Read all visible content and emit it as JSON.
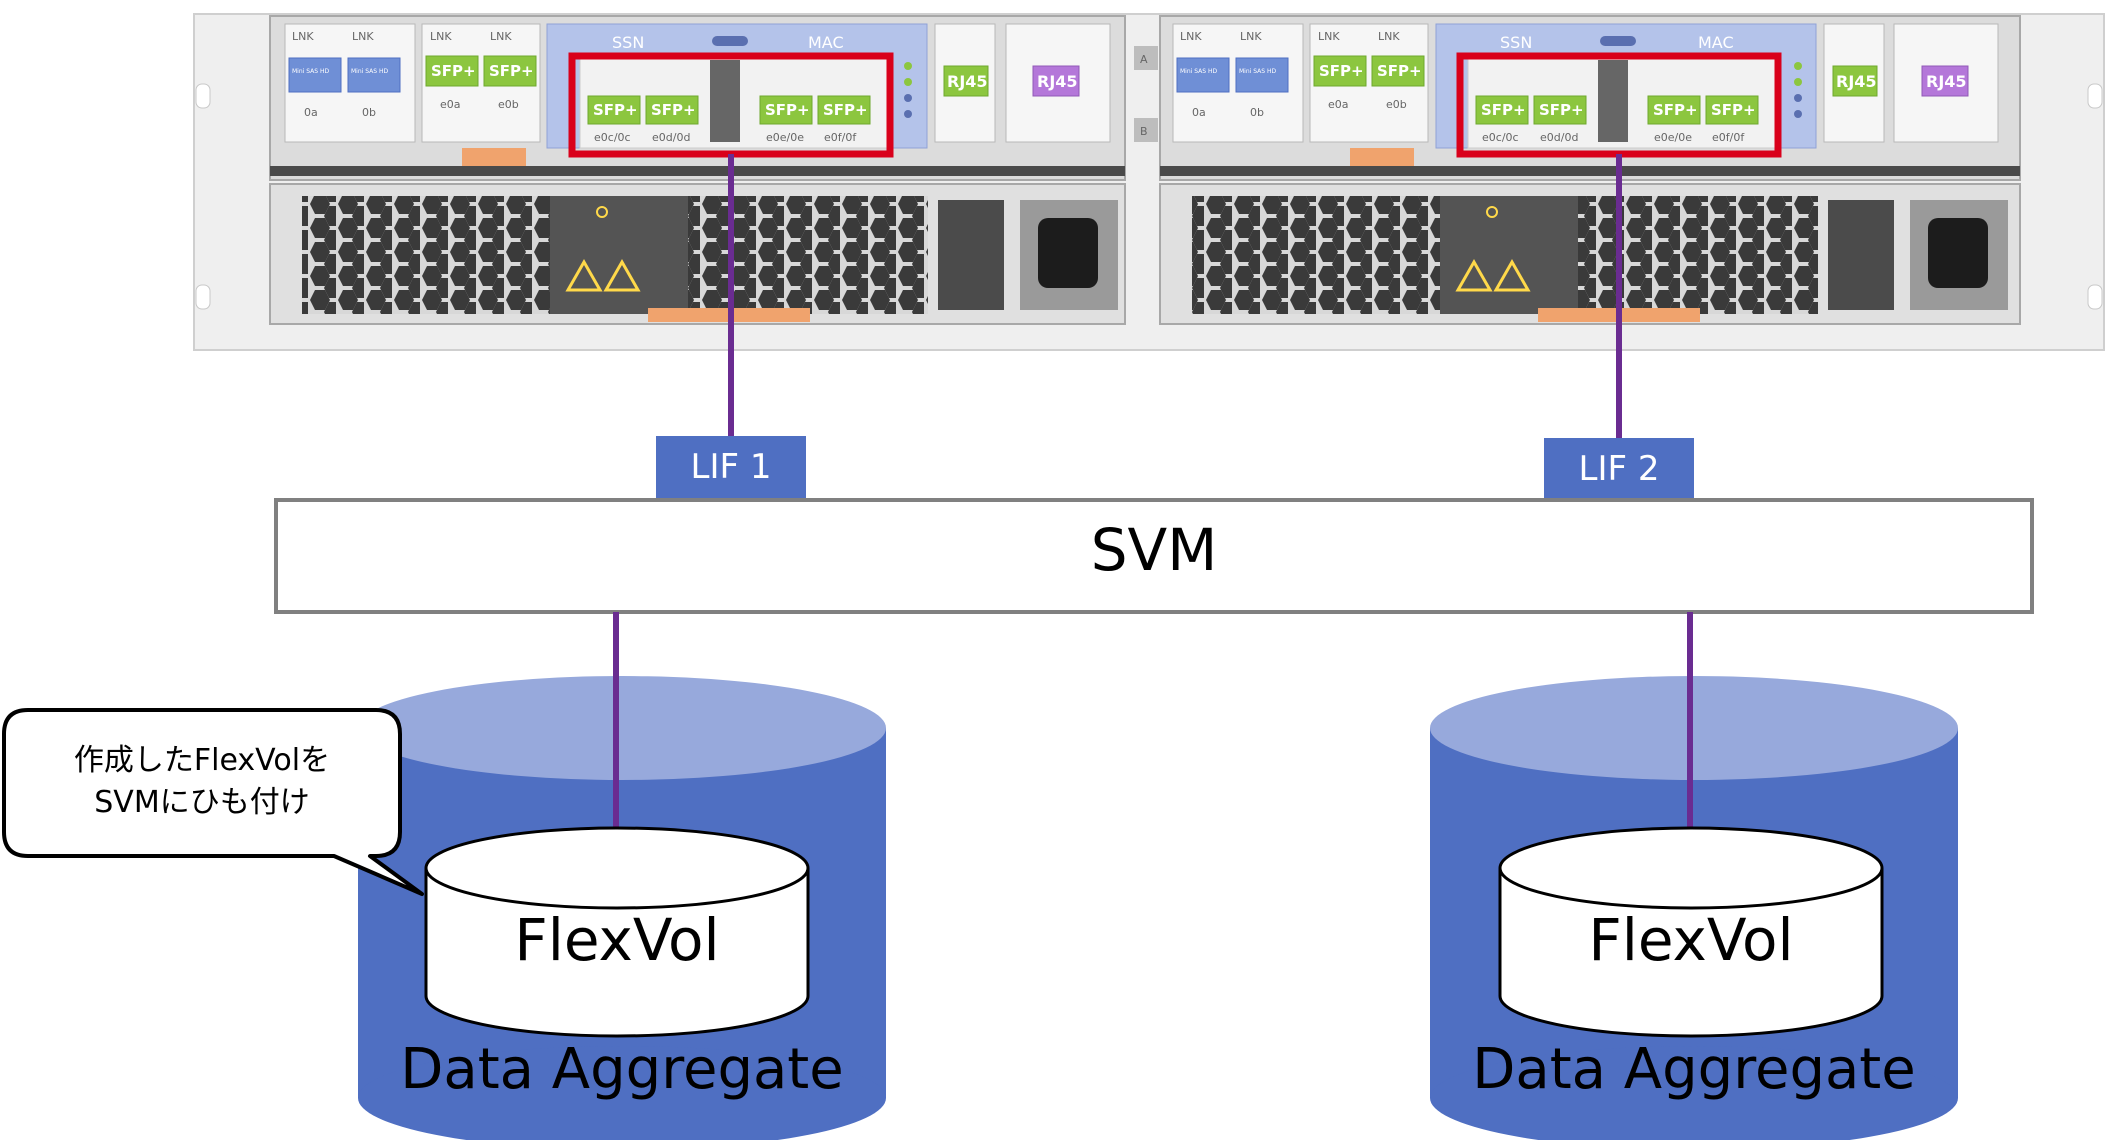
{
  "hardware": {
    "controllers": [
      {
        "sas_ports": [
          "Mini SAS HD",
          "Mini SAS HD"
        ],
        "sas_port_names": [
          "0a",
          "0b"
        ],
        "sfp_left_ports": [
          "SFP+",
          "SFP+"
        ],
        "sfp_left_names": [
          "e0a",
          "e0b"
        ],
        "header_left": "SSN",
        "header_right": "MAC",
        "highlight_ports": [
          "SFP+",
          "SFP+",
          "SFP+",
          "SFP+"
        ],
        "highlight_names": [
          "e0c/0c",
          "e0d/0d",
          "e0e/0e",
          "e0f/0f"
        ],
        "rj45_label": "RJ45",
        "rj45_purple_label": "RJ45",
        "slot_letters": [
          "A",
          "B"
        ]
      },
      {
        "sas_ports": [
          "Mini SAS HD",
          "Mini SAS HD"
        ],
        "sas_port_names": [
          "0a",
          "0b"
        ],
        "sfp_left_ports": [
          "SFP+",
          "SFP+"
        ],
        "sfp_left_names": [
          "e0a",
          "e0b"
        ],
        "header_left": "SSN",
        "header_right": "MAC",
        "highlight_ports": [
          "SFP+",
          "SFP+",
          "SFP+",
          "SFP+"
        ],
        "highlight_names": [
          "e0c/0c",
          "e0d/0d",
          "e0e/0e",
          "e0f/0f"
        ],
        "rj45_label": "RJ45",
        "rj45_purple_label": "RJ45",
        "slot_letters": []
      }
    ],
    "port_link_label": "LNK"
  },
  "lifs": [
    "LIF 1",
    "LIF 2"
  ],
  "svm_label": "SVM",
  "volumes": [
    "FlexVol",
    "FlexVol"
  ],
  "aggregates": [
    "Data Aggregate",
    "Data Aggregate"
  ],
  "callout": {
    "lines": [
      "作成したFlexVolを",
      "SVMにひも付け"
    ]
  },
  "colors": {
    "highlight_border": "#d9001b",
    "connector": "#6a2c91",
    "lif_fill": "#4f6fc2",
    "aggregate_body": "#4f6fc2",
    "aggregate_top": "#97a9dc",
    "sfp_green": "#8cc63f",
    "port_blue_panel": "#b4c3ea",
    "rj45_purple": "#b477d9",
    "orange_tab": "#f0a36d"
  }
}
